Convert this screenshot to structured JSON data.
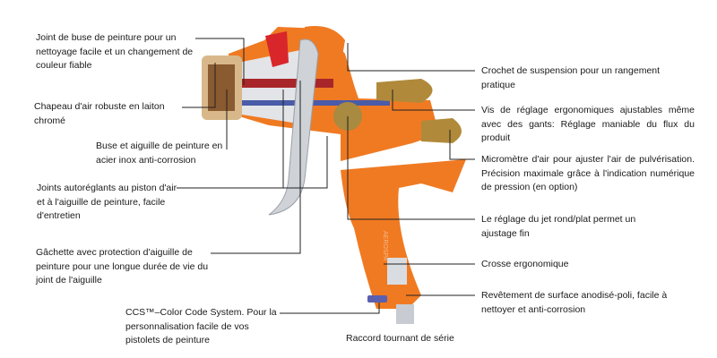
{
  "colors": {
    "orange": "#f07a22",
    "chrome": "#d9dde2",
    "brass": "#b08a3a",
    "blue": "#5a5fb0",
    "leader": "#222222"
  },
  "product_brand_on_grip": "AEROSPA",
  "left_labels": [
    "Joint de buse de peinture pour un nettoyage facile et un changement de couleur fiable",
    "Chapeau d'air robuste en laiton chromé",
    "Buse et aiguille de peinture en acier inox anti-corrosion",
    "Joints autoréglants au piston d'air et à l'aiguille de peinture, facile d'entretien",
    "Gâchette avec protection d'aiguille de peinture pour une longue durée de vie du joint de l'aiguille",
    "CCS™–Color Code System. Pour la personnalisation facile de vos pistolets de peinture"
  ],
  "bottom_label": "Raccord tournant de série",
  "right_labels": [
    "Crochet de suspension pour un rangement pratique",
    "Vis de réglage ergonomiques ajustables même avec des gants: Réglage maniable du flux du produit",
    "Micromètre d'air pour ajuster l'air de pulvérisation. Précision maximale grâce à l'indication numérique de pression (en option)",
    "Le réglage du jet rond/plat permet un ajustage fin",
    "Crosse ergonomique",
    "Revêtement de surface anodisé-poli, facile à nettoyer et anti-corrosion"
  ]
}
